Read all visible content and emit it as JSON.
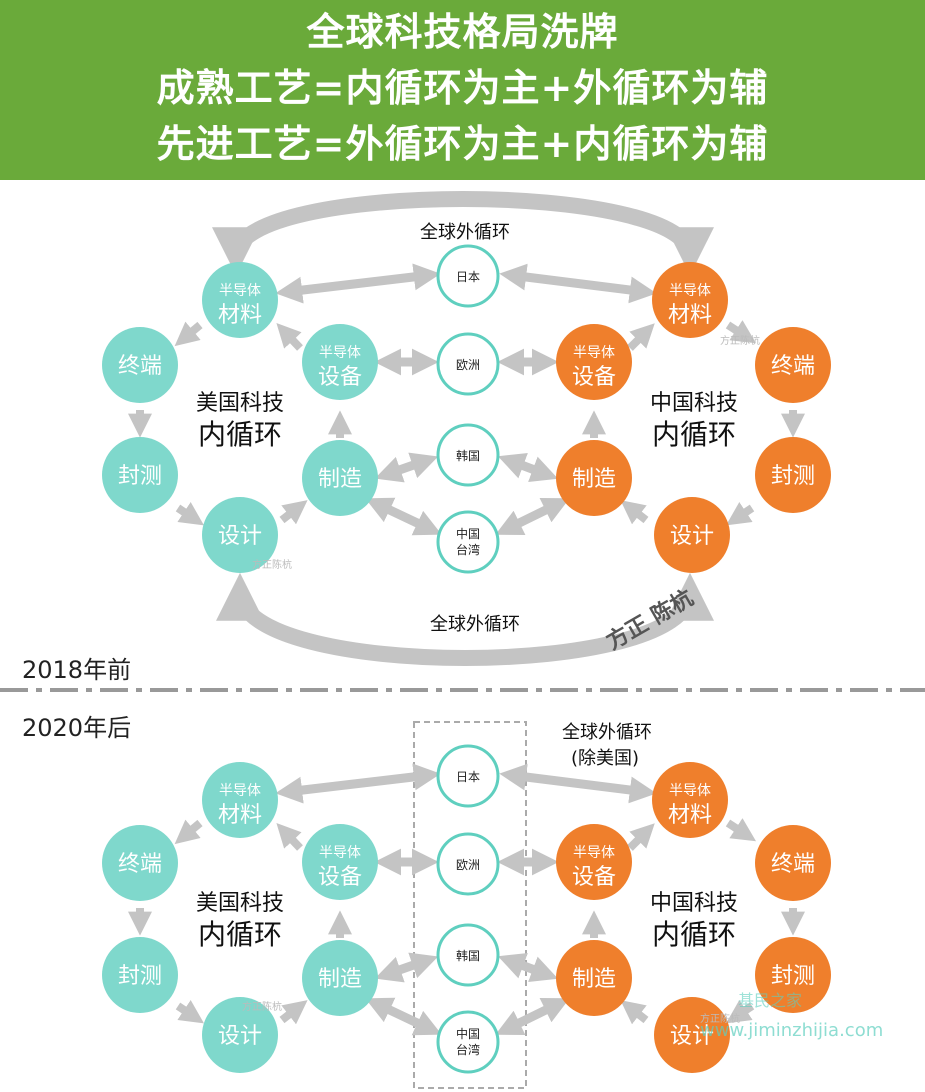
{
  "header": {
    "line1": "全球科技格局洗牌",
    "line2": "成熟工艺=内循环为主+外循环为辅",
    "line3": "先进工艺=外循环为主+内循环为辅"
  },
  "colors": {
    "header_bg": "#6aaa3a",
    "us": "#7fd8cc",
    "china": "#ef7f2c",
    "ring": "#5fcfbf",
    "arrow": "#c4c4c4"
  },
  "nodes": {
    "material_top": "半导体",
    "material_bottom": "材料",
    "equipment_top": "半导体",
    "equipment_bottom": "设备",
    "terminal": "终端",
    "test": "封测",
    "design": "设计",
    "manufacture": "制造"
  },
  "regions": {
    "japan": "日本",
    "europe": "欧洲",
    "korea": "韩国",
    "taiwan_1": "中国",
    "taiwan_2": "台湾"
  },
  "us_label": {
    "line1": "美国科技",
    "line2": "内循环"
  },
  "cn_label": {
    "line1": "中国科技",
    "line2": "内循环"
  },
  "loop_label": "全球外循环",
  "loop_label_2020": {
    "line1": "全球外循环",
    "line2": "(除美国)"
  },
  "period_2018": "2018年前",
  "period_2020": "2020年后",
  "watermark_small": "方正陈杭",
  "watermark_big": "方正 陈杭",
  "site_watermark_cn": "基民之家",
  "site_watermark_url": "www.jiminzhijia.com"
}
